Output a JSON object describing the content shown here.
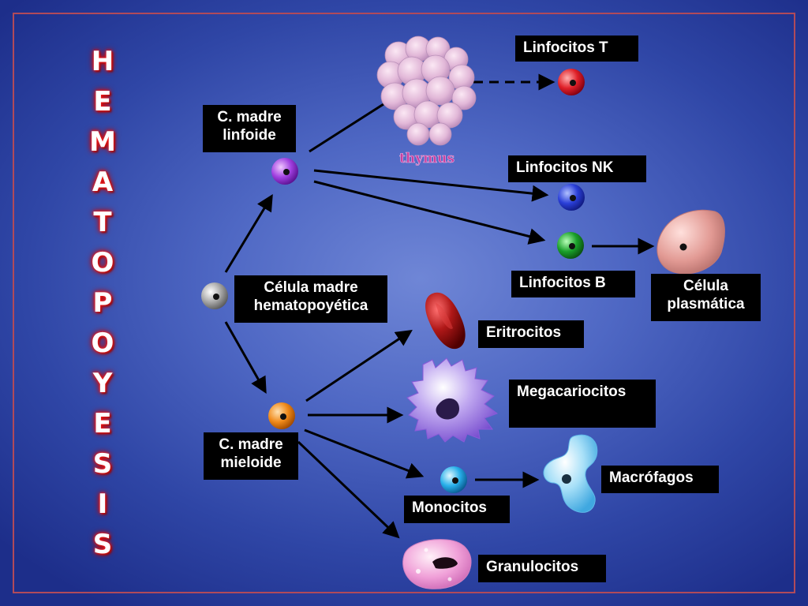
{
  "title_letters": [
    "H",
    "E",
    "M",
    "A",
    "T",
    "O",
    "P",
    "O",
    "Y",
    "E",
    "S",
    "I",
    "S"
  ],
  "thymus_label": "thymus",
  "labels": {
    "linfocitos_t": "Linfocitos T",
    "linfocitos_nk": "Linfocitos NK",
    "linfocitos_b": "Linfocitos B",
    "celula_plasmatica": [
      "Célula",
      "plasmática"
    ],
    "c_madre_linfoide": [
      "C. madre",
      "linfoide"
    ],
    "celula_madre_hematopoyetica": [
      "Célula madre",
      "hematopoyética"
    ],
    "c_madre_mieloide": [
      "C. madre",
      "mieloide"
    ],
    "eritrocitos": "Eritrocitos",
    "megacariocitos": "Megacariocitos",
    "macrofagos": "Macrófagos",
    "monocitos": "Monocitos",
    "granulocitos": "Granulocitos"
  },
  "colors": {
    "frame": "#b04a5a",
    "title_glow": "#e01010",
    "stem_cell": "#9a9a9a",
    "lymphoid_cell": "#9b3fd6",
    "t_cell": "#e0202a",
    "nk_cell": "#2a3fd8",
    "b_cell": "#1aa02a",
    "myeloid_cell": "#f08a1a",
    "monocyte": "#28b0ea",
    "label_bg": "#000000"
  }
}
